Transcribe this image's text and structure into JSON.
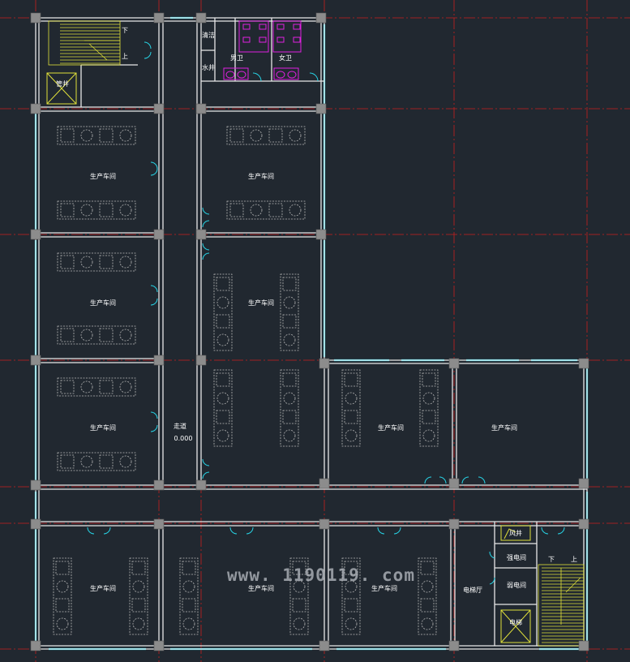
{
  "colors": {
    "background": "#212830",
    "axis": "#c81e1e",
    "wall": "#e8e8e8",
    "window": "#27d4e6",
    "furniture": "#b8b8b8",
    "stair": "#e0e03a",
    "fixture": "#e020e0",
    "column": "#8c8c8c"
  },
  "rooms": {
    "production_workshop": "生产车间",
    "corridor": "走道",
    "elevation": "0.000",
    "mens_toilet": "男卫",
    "womens_toilet": "女卫",
    "cleaning": "清洁",
    "water_heater": "水井",
    "pipe_shaft": "管井",
    "wind_shaft": "风井",
    "strong_current": "强电间",
    "weak_current": "弱电间",
    "lobby": "电梯厅",
    "elevator": "电梯"
  },
  "stairs": {
    "down": "下",
    "up": "上"
  },
  "watermark": "www. 1190119. com"
}
